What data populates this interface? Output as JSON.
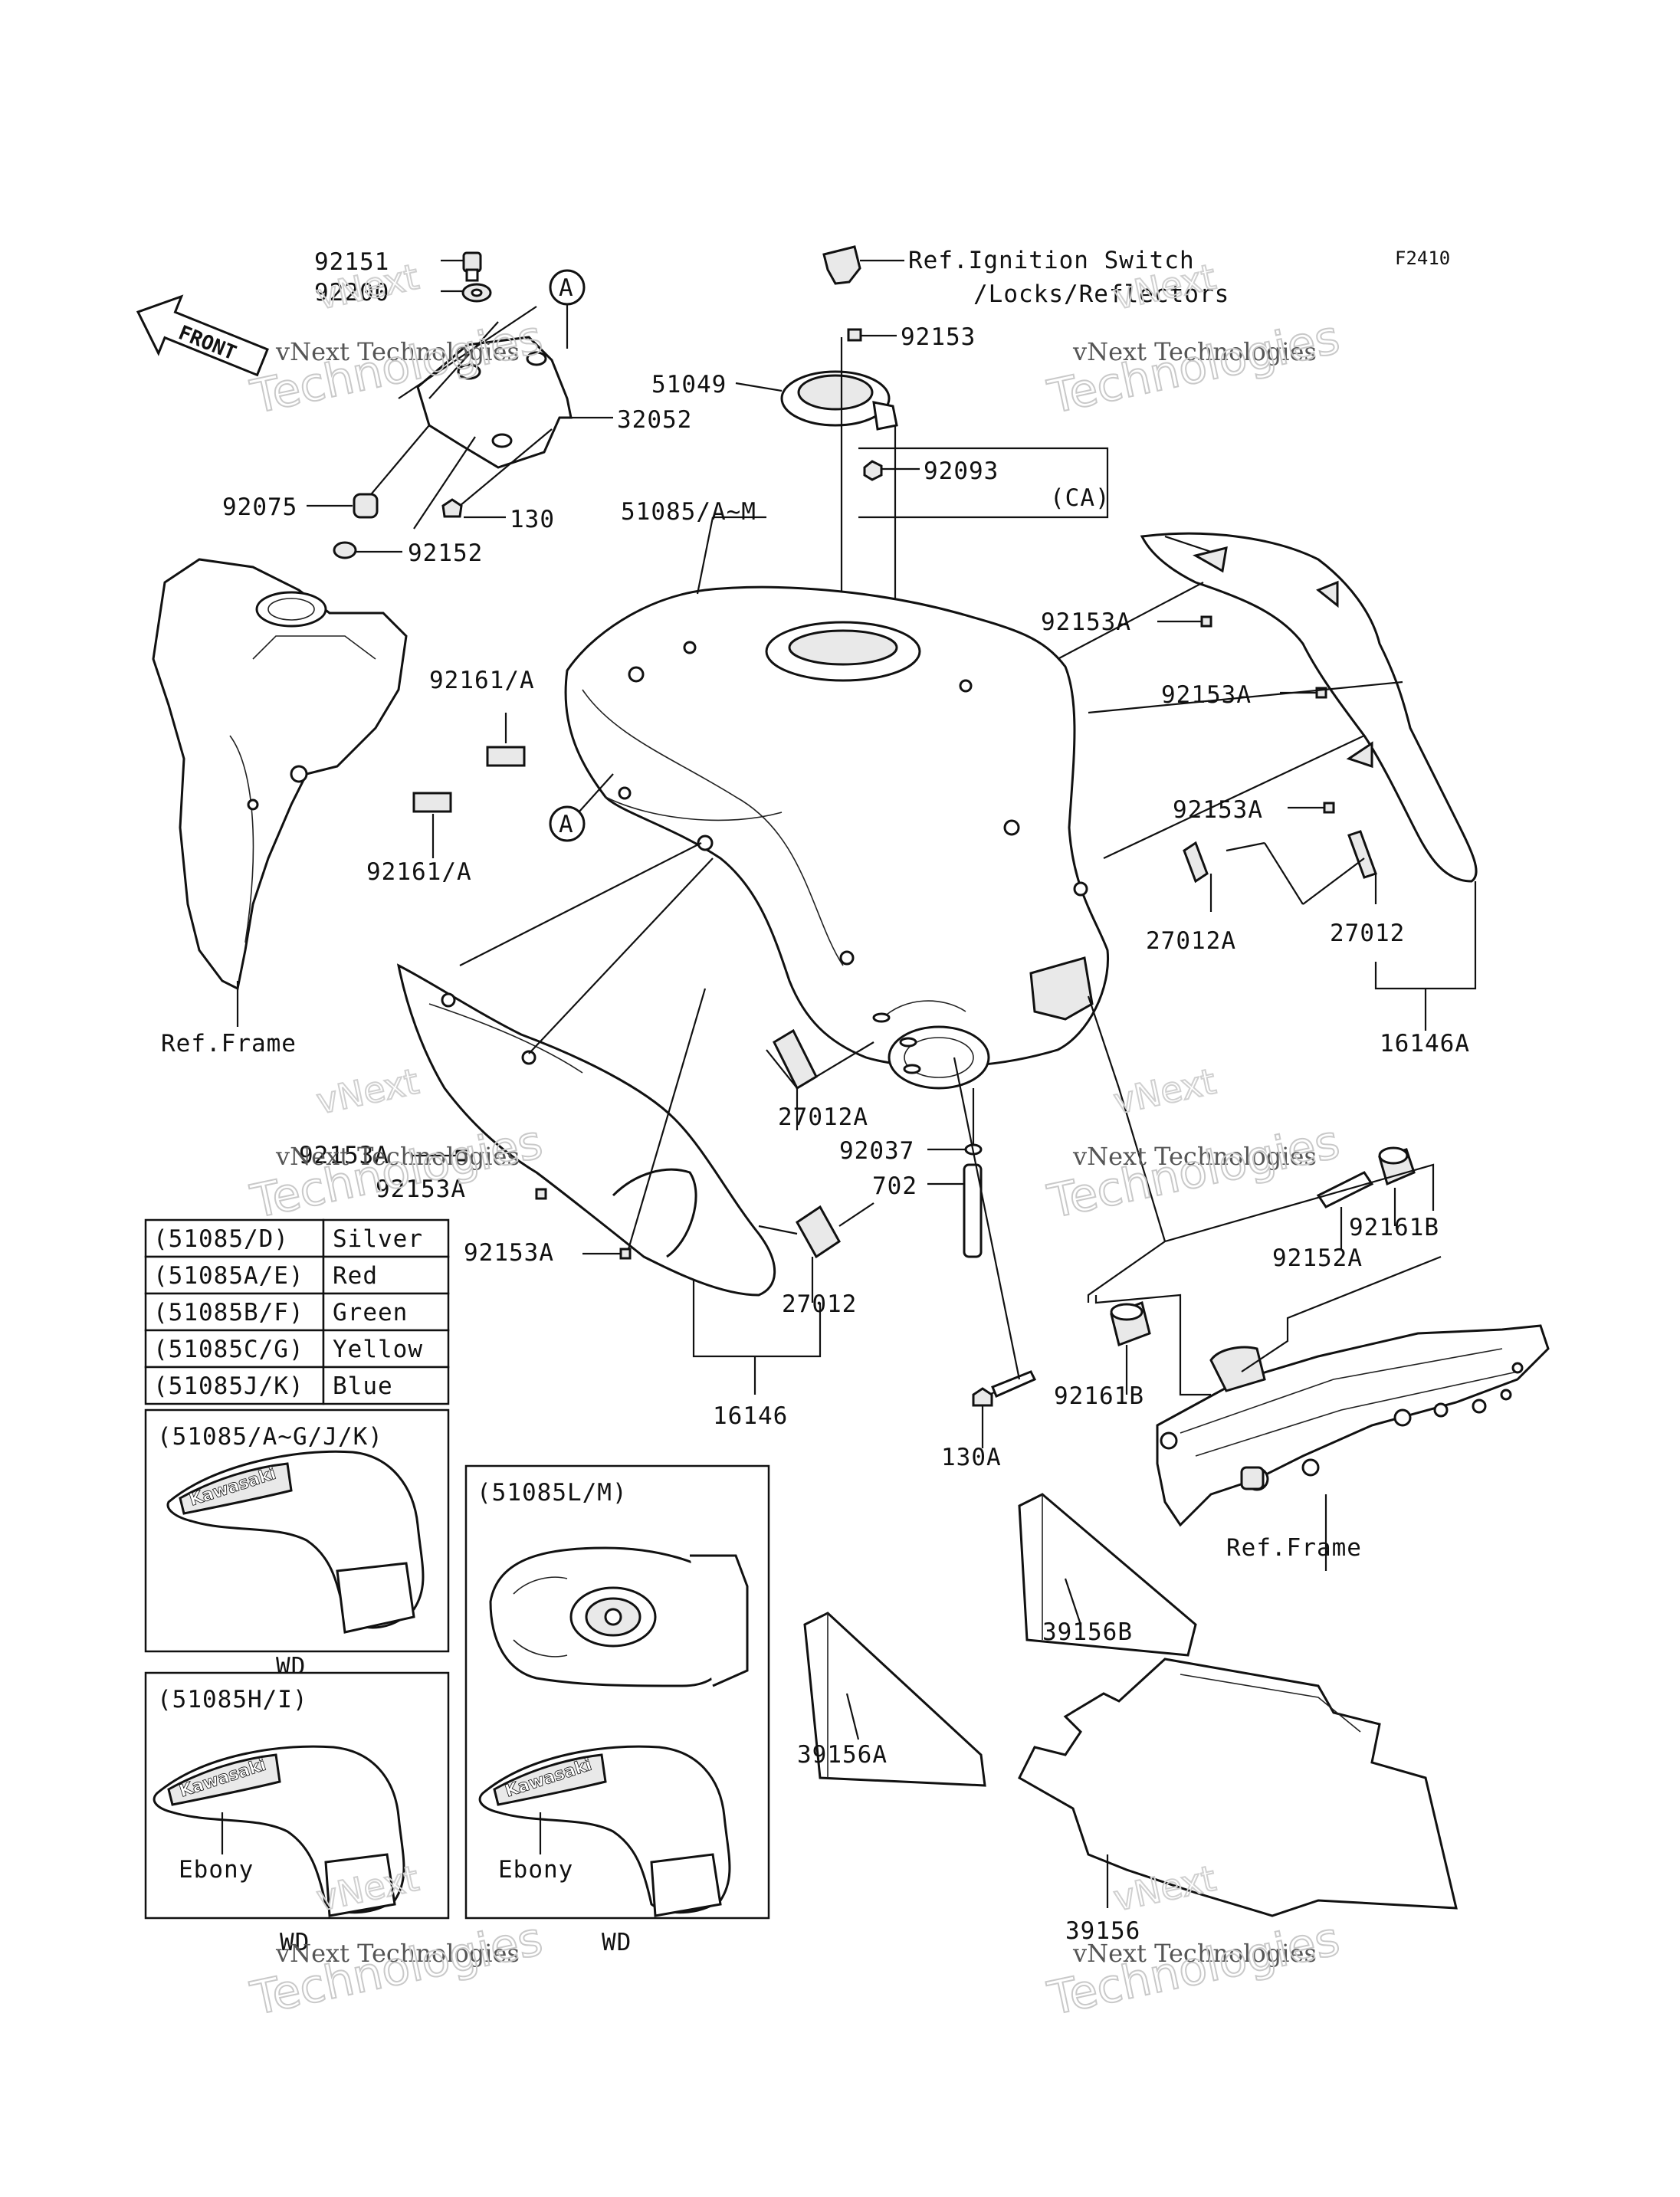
{
  "figure_code": "F2410",
  "front_label": "FRONT",
  "callout_letter": "A",
  "watermark": {
    "line1": "vNext Technologies",
    "line2": "Technologies",
    "line3": "vNext"
  },
  "labels": {
    "p92151": "92151",
    "p92200": "92200",
    "p32052": "32052",
    "p92075": "92075",
    "p130": "130",
    "p92152": "92152",
    "ref_ignition_1": "Ref.Ignition Switch",
    "ref_ignition_2": "/Locks/Reflectors",
    "p92153": "92153",
    "p51049": "51049",
    "p92093": "92093",
    "ca": "(CA)",
    "p51085": "51085/A~M",
    "p92153A_1": "92153A",
    "p92153A_2": "92153A",
    "p92153A_3": "92153A",
    "p92161A_1": "92161/A",
    "p92161A_2": "92161/A",
    "p27012A_1": "27012A",
    "p27012_1": "27012",
    "p16146A": "16146A",
    "ref_frame_1": "Ref.Frame",
    "p27012A_2": "27012A",
    "p92153A_4": "92153A",
    "p92153A_5": "92153A",
    "p92153A_6": "92153A",
    "p92037": "92037",
    "p702": "702",
    "p92161B_1": "92161B",
    "p92152A": "92152A",
    "p27012_2": "27012",
    "p16146": "16146",
    "p92161B_2": "92161B",
    "p130A": "130A",
    "ref_frame_2": "Ref.Frame",
    "p39156B": "39156B",
    "p39156A": "39156A",
    "p39156": "39156"
  },
  "color_table": [
    {
      "code": "(51085/D)",
      "color": "Silver"
    },
    {
      "code": "(51085A/E)",
      "color": "Red"
    },
    {
      "code": "(51085B/F)",
      "color": "Green"
    },
    {
      "code": "(51085C/G)",
      "color": "Yellow"
    },
    {
      "code": "(51085J/K)",
      "color": "Blue"
    }
  ],
  "insets": {
    "a": {
      "title": "(51085/A~G/J/K)",
      "caption": "WD",
      "brand": "Kawasaki"
    },
    "b": {
      "title": "(51085L/M)",
      "caption": "WD"
    },
    "c": {
      "title": "(51085H/I)",
      "caption": "WD",
      "brand": "Kawasaki",
      "note": "Ebony"
    },
    "d": {
      "note": "Ebony",
      "brand": "Kawasaki"
    }
  }
}
